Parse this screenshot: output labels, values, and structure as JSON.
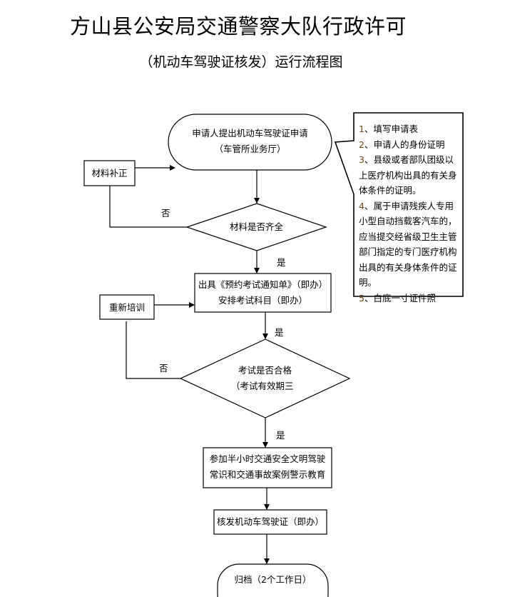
{
  "header": {
    "title": "方山县公安局交通警察大队行政许可",
    "subtitle": "（机动车驾驶证核发）运行流程图"
  },
  "flow": {
    "start": {
      "line1": "申请人提出机动车驾驶证申请",
      "line2": "（车管所业务厅）"
    },
    "decision1": {
      "text": "材料是否齐全",
      "yes": "是",
      "no": "否"
    },
    "supplement": {
      "text": "材料补正"
    },
    "issue_notice": {
      "line1": "出具《预约考试通知单》（即办）",
      "line2": "安排考试科目（即办）"
    },
    "retrain": {
      "text": "重新培训"
    },
    "decision2": {
      "line1": "考试是否合格",
      "line2": "（考试有效期三",
      "yes_in": "是",
      "yes": "是",
      "no": "否"
    },
    "education": {
      "line1": "参加半小时交通安全文明驾驶",
      "line2": "常识和交通事故案例警示教育"
    },
    "issue_license": {
      "text": "核发机动车驾驶证（即办）"
    },
    "archive": {
      "text": "归档（2个工作日）"
    }
  },
  "callout": {
    "items": [
      {
        "num": "1",
        "text": "、填写申请表"
      },
      {
        "num": "2",
        "text": "、申请人的身份证明"
      },
      {
        "num": "3",
        "text": "、县级或者部队团级以上医疗机构出具的有关身体条件的证明。"
      },
      {
        "num": "4",
        "text": "、属于申请残疾人专用小型自动挡载客汽车的，应当提交经省级卫生主管部门指定的专门医疗机构出具的有关身体条件的证明。"
      },
      {
        "num": "5",
        "text": "、白底一寸证件照"
      }
    ]
  }
}
